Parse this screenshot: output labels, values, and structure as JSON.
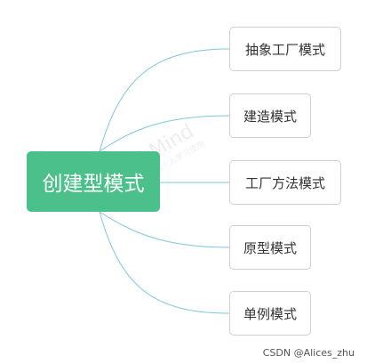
{
  "diagram": {
    "root": {
      "label": "创建型模式"
    },
    "children": [
      {
        "label": "抽象工厂模式"
      },
      {
        "label": "建造模式"
      },
      {
        "label": "工厂方法模式"
      },
      {
        "label": "原型模式"
      },
      {
        "label": "单例模式"
      }
    ]
  },
  "watermark": {
    "main": "S Mind",
    "sub": "仅供个人学习使用"
  },
  "credit": "CSDN @Alices_zhu",
  "colors": {
    "root_fill": "#4cc08a",
    "edge": "#7ec6de",
    "node_border": "#cfcfcf"
  }
}
